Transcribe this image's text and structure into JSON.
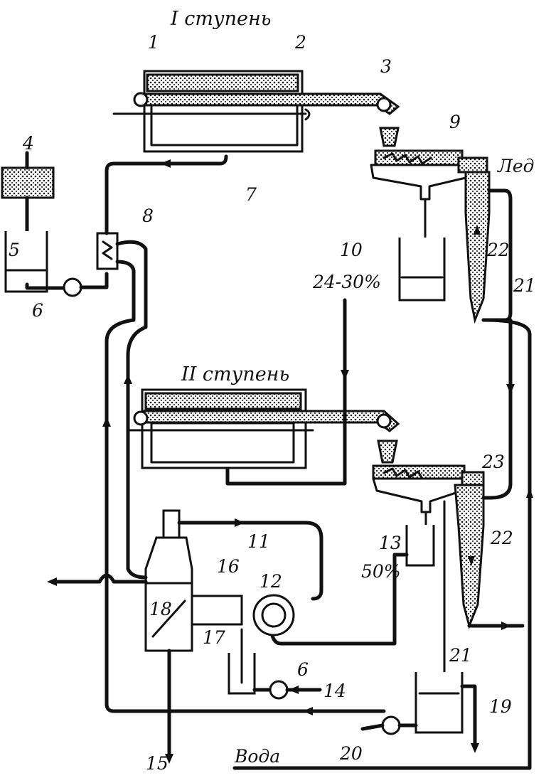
{
  "stage_titles": {
    "stage1": "I ступень",
    "stage2": "II ступень"
  },
  "concentrations": {
    "stage1_filtrate": "24-30%",
    "stage2_filtrate": "50%"
  },
  "stream_labels": {
    "ice": "Лед",
    "water": "Вода"
  },
  "numbers": {
    "n1": "1",
    "n2": "2",
    "n3": "3",
    "n4": "4",
    "n5": "5",
    "n6a": "6",
    "n6b": "6",
    "n7": "7",
    "n8": "8",
    "n9": "9",
    "n10": "10",
    "n11": "11",
    "n12": "12",
    "n13": "13",
    "n14": "14",
    "n15": "15",
    "n16": "16",
    "n17": "17",
    "n18": "18",
    "n19": "19",
    "n20": "20",
    "n21a": "21",
    "n21b": "21",
    "n22a": "22",
    "n22b": "22",
    "n23": "23"
  }
}
